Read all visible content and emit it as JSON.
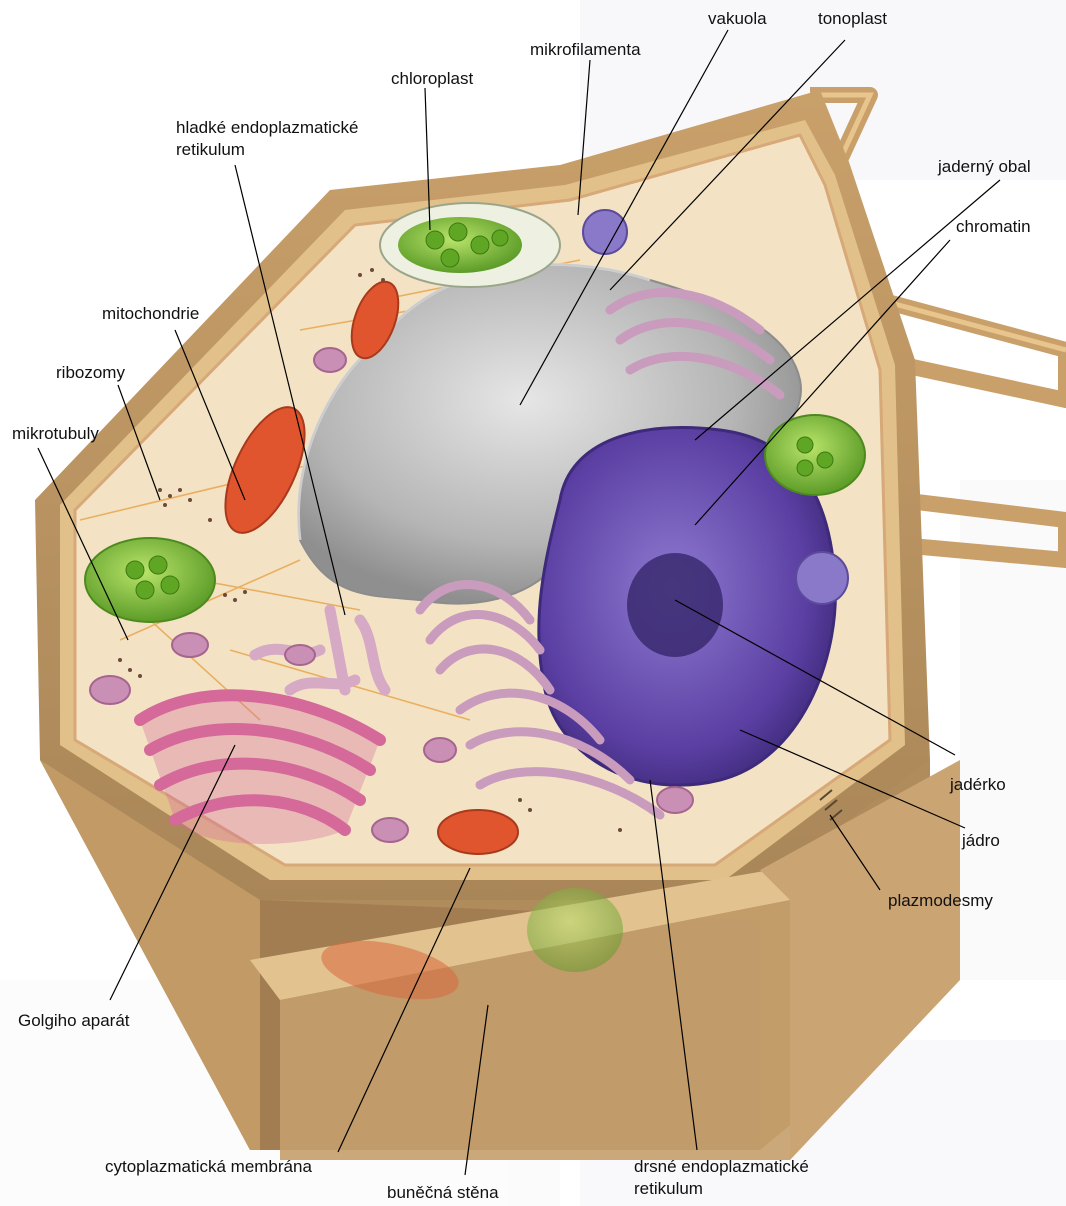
{
  "labels": {
    "vakuola": "vakuola",
    "tonoplast": "tonoplast",
    "mikrofilamenta": "mikrofilamenta",
    "chloroplast": "chloroplast",
    "hladke_er_line1": "hladké endoplazmatické",
    "hladke_er_line2": "retikulum",
    "jaderny_obal": "jaderný obal",
    "chromatin": "chromatin",
    "mitochondrie": "mitochondrie",
    "ribozomy": "ribozomy",
    "mikrotubuly": "mikrotubuly",
    "jaderko": "jadérko",
    "jadro": "jádro",
    "plazmodesmy": "plazmodesmy",
    "golgiho_aparat": "Golgiho aparát",
    "cytoplazmaticka_membrana": "cytoplazmatická membrána",
    "drsne_er_line1": "drsné endoplazmatické",
    "drsne_er_line2": "retikulum",
    "bunecna_stena": "buněčná stěna"
  },
  "colors": {
    "cell_wall": "#d9b27a",
    "cell_wall_dark": "#b8956a",
    "cytoplasm": "#f3e3c4",
    "vacuole": "#b9b9b9",
    "nucleus": "#6a4fb0",
    "chloroplast": "#7cc43a",
    "mitochondrion": "#e0542e",
    "golgi": "#d46a98",
    "er": "#caa0bf"
  }
}
